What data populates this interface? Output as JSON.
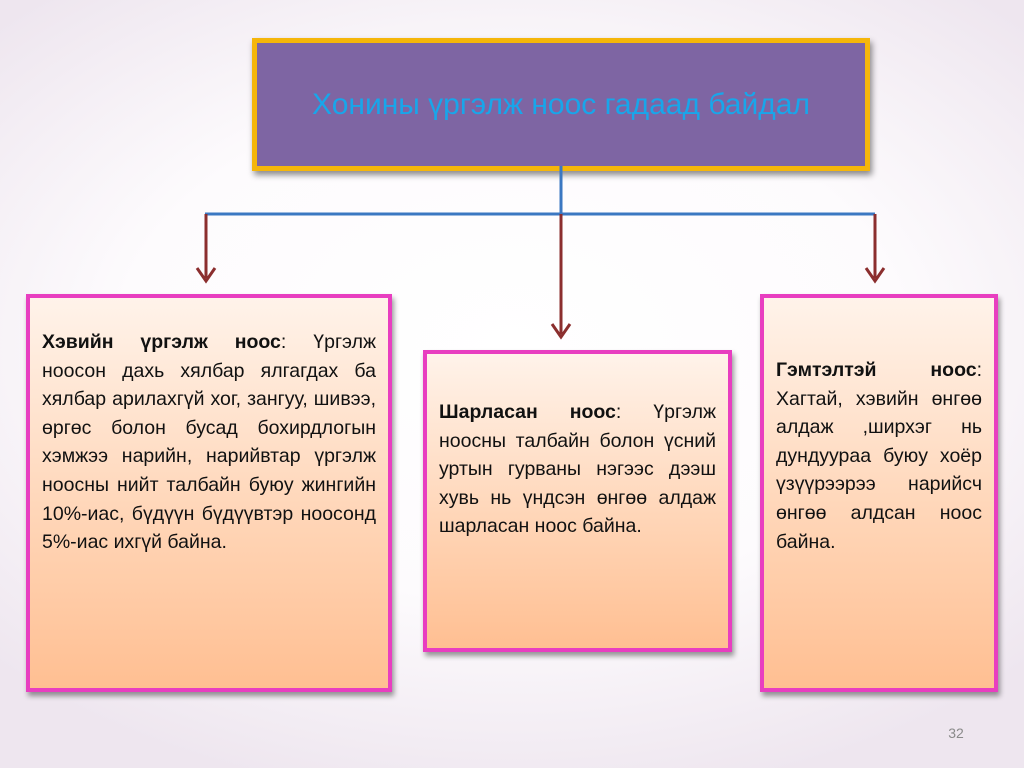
{
  "diagram": {
    "title": "Хонины үргэлж ноос гадаад байдал",
    "branches": [
      {
        "heading": "Хэвийн үргэлж ноос",
        "separator": ":",
        "text": "Үргэлж ноосон дахь хялбар ялгагдах ба хялбар арилахгүй хог, зангуу, шивээ, өргөс болон бусад бохирдлогын хэмжээ нарийн, нарийвтар үргэлж ноосны нийт талбайн буюу жингийн 10%-иас, бүдүүн бүдүүвтэр ноосонд 5%-иас ихгүй байна."
      },
      {
        "heading": "Шарласан ноос",
        "separator": ":",
        "text": "Үргэлж ноосны талбайн болон үсний уртын гурваны нэгээс дээш хувь нь үндсэн өнгөө алдаж шарласан ноос байна."
      },
      {
        "heading": "Гэмтэлтэй ноос",
        "separator": ":",
        "text": "Хагтай, хэвийн өнгөө алдаж ,ширхэг нь дундуураа буюу хоёр үзүүрээрээ нарийсч өнгөө алдсан ноос байна."
      }
    ]
  },
  "page_number": "32",
  "colors": {
    "title_fill": "#7e65a3",
    "title_border": "#f5b60a",
    "title_text": "#18a6ea",
    "connector_line": "#3b78c2",
    "arrow": "#8b2e2e",
    "box_border": "#e83ec0",
    "box_fill_bottom": "#ffbf92"
  }
}
